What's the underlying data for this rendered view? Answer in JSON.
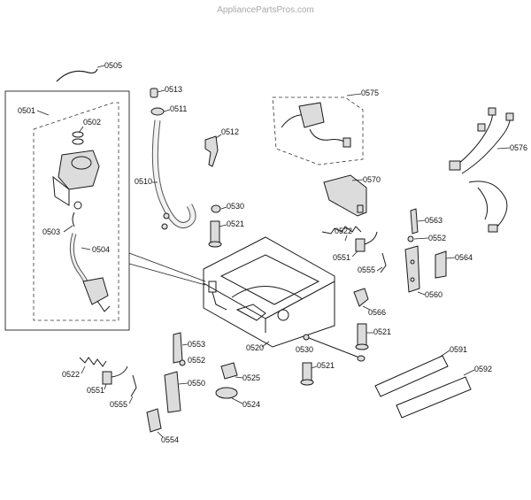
{
  "watermark": "AppliancePartsPros.com",
  "labels": {
    "p0505": "0505",
    "p0501": "0501",
    "p0502": "0502",
    "p0503": "0503",
    "p0504": "0504",
    "p0513": "0513",
    "p0511": "0511",
    "p0512": "0512",
    "p0510": "0510",
    "p0575": "0575",
    "p0576": "0576",
    "p0570": "0570",
    "p0530a": "0530",
    "p0521a": "0521",
    "p0522a": "0522",
    "p0551a": "0551",
    "p0555a": "0555",
    "p0563": "0563",
    "p0552a": "0552",
    "p0564": "0564",
    "p0560": "0560",
    "p0566": "0566",
    "p0521b": "0521",
    "p0520": "0520",
    "p0530b": "0530",
    "p0521c": "0521",
    "p0553": "0553",
    "p0552b": "0552",
    "p0550": "0550",
    "p0525": "0525",
    "p0524": "0524",
    "p0522b": "0522",
    "p0551b": "0551",
    "p0555b": "0555",
    "p0554": "0554",
    "p0591": "0591",
    "p0592": "0592"
  }
}
